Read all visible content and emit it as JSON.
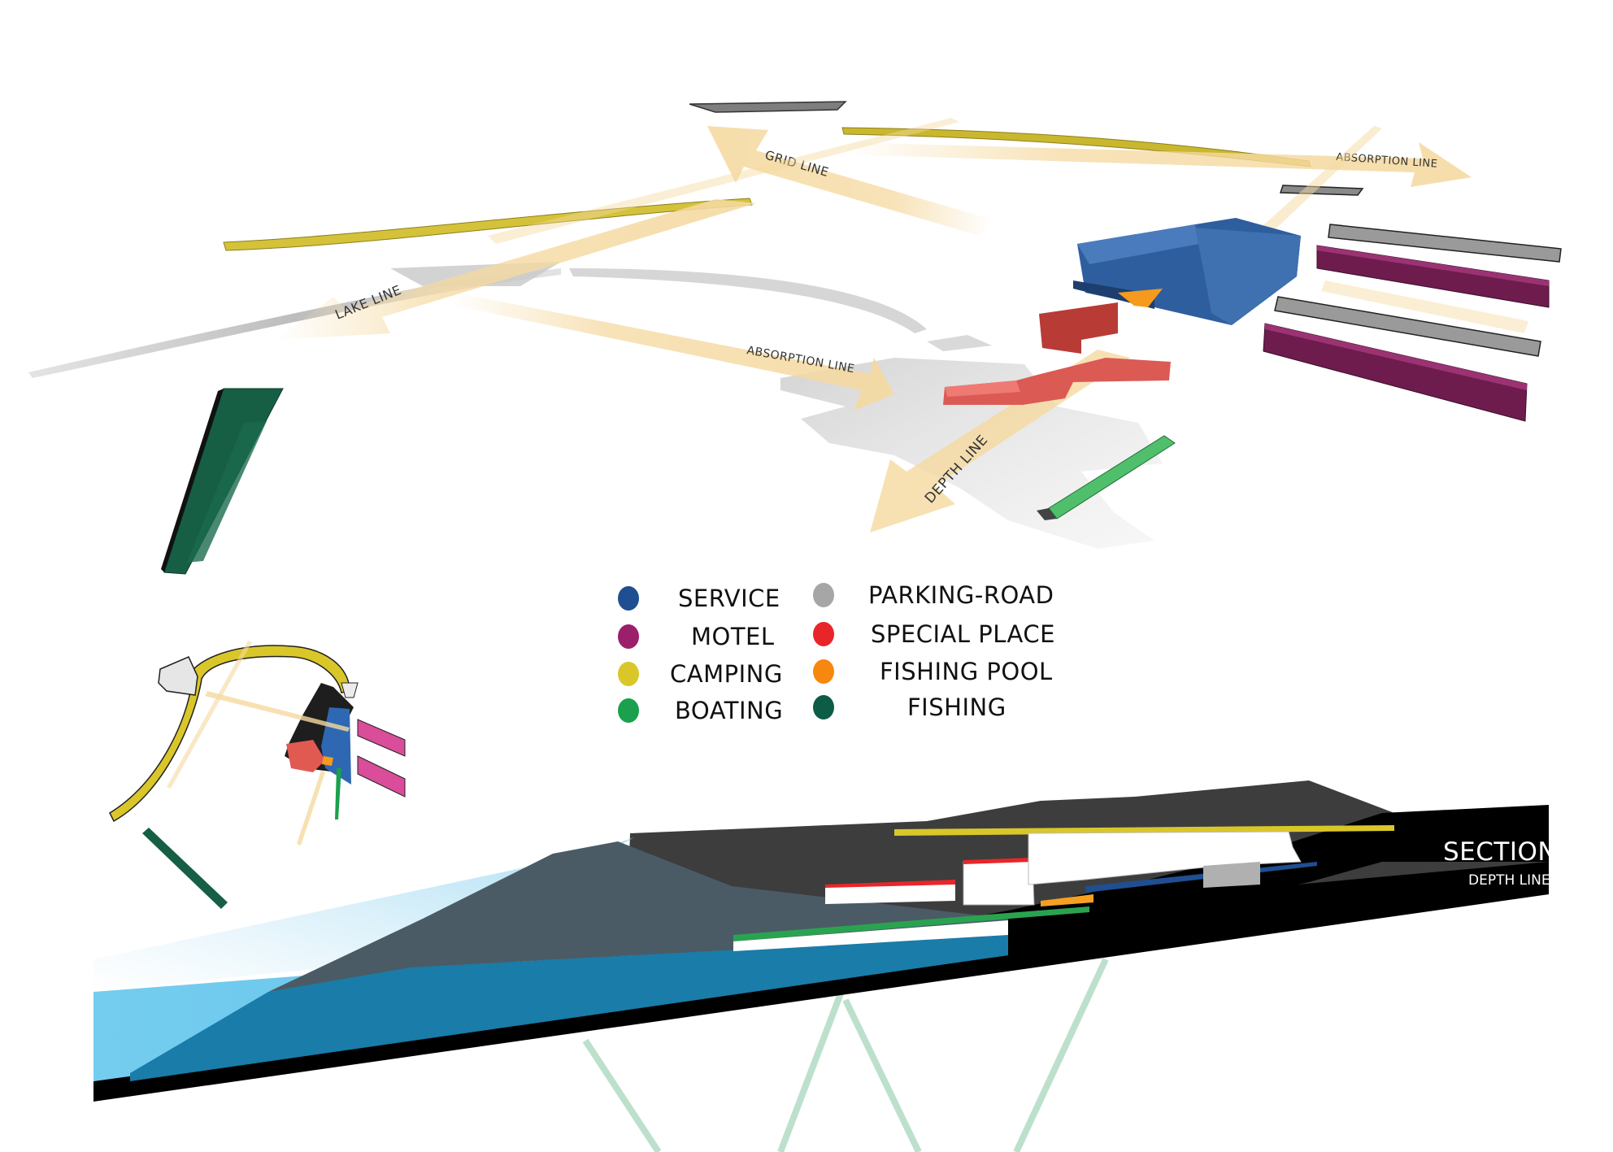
{
  "diagram": {
    "arrow_labels": {
      "grid_line": "GRID LINE",
      "absorption_line_top": "ABSORPTION LINE",
      "lake_line": "LAKE LINE",
      "absorption_line_mid": "ABSORPTION LINE",
      "depth_line": "DEPTH LINE"
    },
    "colors": {
      "service": "#1f4e91",
      "motel": "#9b1f6a",
      "camping": "#d9c72a",
      "boating": "#1aa04e",
      "parking_road": "#a6a6a6",
      "special_place": "#e8262a",
      "fishing_pool": "#f7870f",
      "fishing": "#0d5c45",
      "arrow": "#f5d9a0",
      "water_light": "#6cc8ec",
      "water_dark": "#1476a3",
      "ground": "#3d3d3d"
    }
  },
  "legend": {
    "left": [
      {
        "label": "SERVICE",
        "color": "#1f4e91"
      },
      {
        "label": "MOTEL",
        "color": "#9b1f6a"
      },
      {
        "label": "CAMPING",
        "color": "#d9c72a"
      },
      {
        "label": "BOATING",
        "color": "#1aa04e"
      }
    ],
    "right": [
      {
        "label": "PARKING-ROAD",
        "color": "#a6a6a6"
      },
      {
        "label": "SPECIAL PLACE",
        "color": "#e8262a"
      },
      {
        "label": "FISHING POOL",
        "color": "#f7870f"
      },
      {
        "label": "FISHING",
        "color": "#0d5c45"
      }
    ]
  },
  "section": {
    "title": "SECTION",
    "subtitle": "DEPTH LINE"
  }
}
